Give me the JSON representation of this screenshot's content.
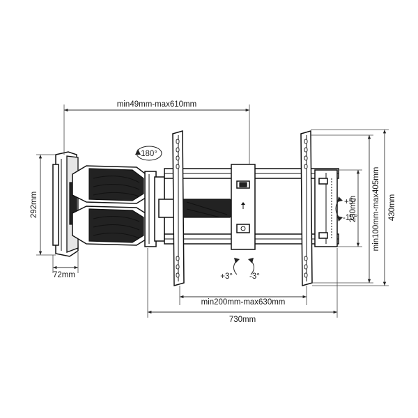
{
  "dimensions": {
    "top_reach": "min49mm-max610mm",
    "arm_height": "292mm",
    "wall_plate_depth": "72mm",
    "horizontal_holes": "min200mm-max630mm",
    "total_width": "730mm",
    "vertical_holes": "min100mm-max405mm",
    "bracket_height": "430mm",
    "inner_height": "230mm"
  },
  "angles": {
    "swivel": "180°",
    "tilt_up": "+5°",
    "tilt_down": "-15°",
    "level_plus": "+3°",
    "level_minus": "-3°"
  }
}
